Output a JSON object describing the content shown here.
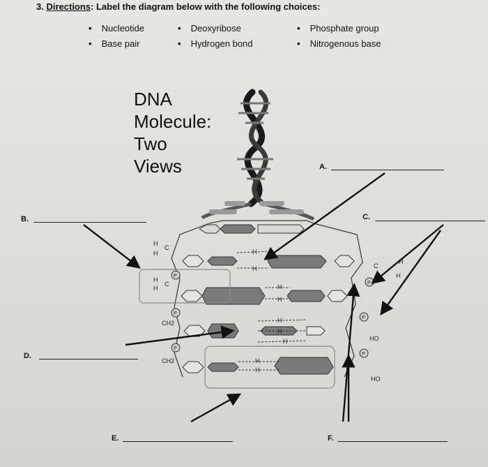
{
  "question": {
    "number": "3.",
    "label": "Directions",
    "text": ": Label the diagram below with the following choices:"
  },
  "choices": {
    "col1": [
      "Nucleotide",
      "Base pair"
    ],
    "col2": [
      "Deoxyribose",
      "Hydrogen bond"
    ],
    "col3": [
      "Phosphate group",
      "Nitrogenous base"
    ]
  },
  "title": {
    "line1": "DNA",
    "line2": "Molecule:",
    "line3": "Two",
    "line4": "Views"
  },
  "blanks": {
    "a": "A.",
    "b": "B.",
    "c": "C.",
    "d": "D.",
    "e": "E.",
    "f": "F."
  },
  "chem": {
    "h": "H",
    "c": "C",
    "p": "P",
    "ch2": "CH2",
    "ho": "HO"
  },
  "colors": {
    "paper": "#e2e2de",
    "ink": "#111111",
    "base_fill": "#7a7a7a",
    "box_stroke": "#8a8a8a"
  }
}
